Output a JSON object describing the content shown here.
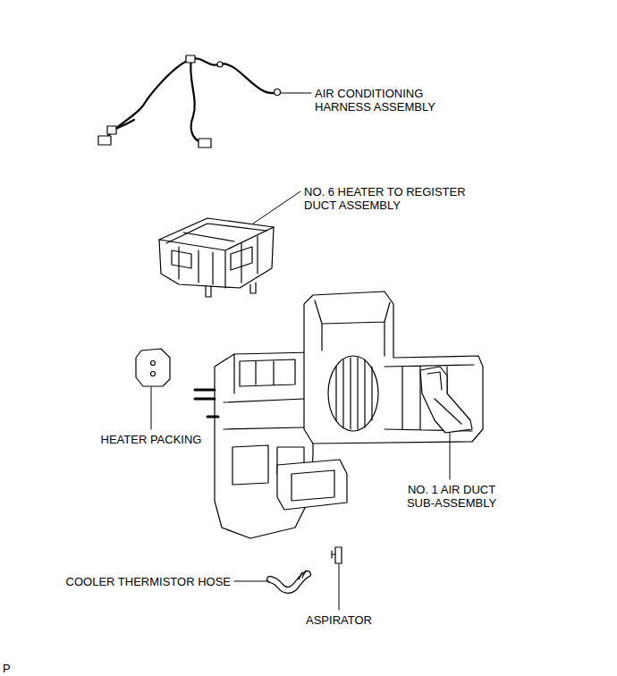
{
  "diagram": {
    "labels": [
      "AIR CONDITIONING HARNESS ASSEMBLY",
      "NO. 6 HEATER TO REGISTER DUCT ASSEMBLY",
      "HEATER PACKING",
      "NO. 1 AIR DUCT SUB-ASSEMBLY",
      "COOLER THERMISTOR HOSE",
      "ASPIRATOR",
      "P"
    ]
  }
}
